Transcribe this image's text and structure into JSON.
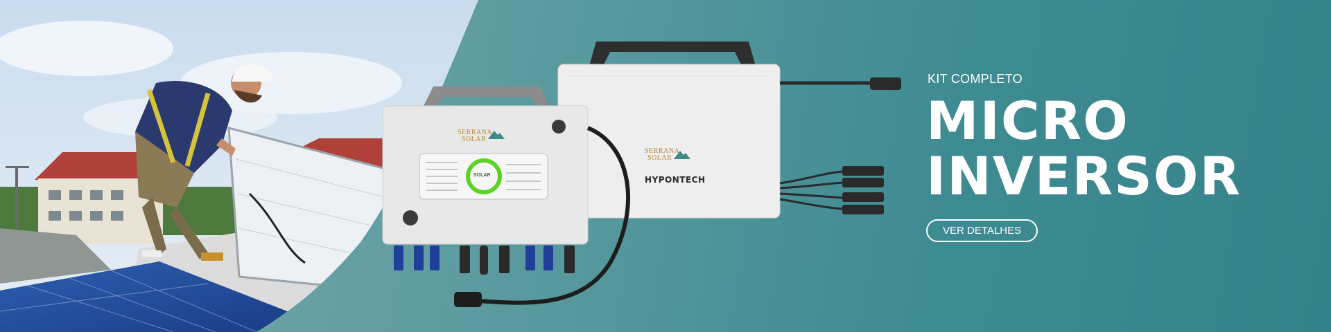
{
  "banner": {
    "kicker": "KIT COMPLETO",
    "headline_line1": "MICRO",
    "headline_line2": "INVERSOR",
    "cta_label": "VER DETALHES"
  },
  "products": {
    "front_brand_line1": "SERRANA",
    "front_brand_line2": "SOLAR",
    "back_brand_line1": "SERRANA",
    "back_brand_line2": "SOLAR",
    "back_model": "HYPONTECH",
    "display_text": "SOLAR"
  },
  "colors": {
    "teal_dark": "#35828a",
    "teal_light": "#7aa8ab",
    "brand_gold": "#b58a3a",
    "brand_mountain": "#3f8b86",
    "display_ring": "#5fd22a"
  }
}
